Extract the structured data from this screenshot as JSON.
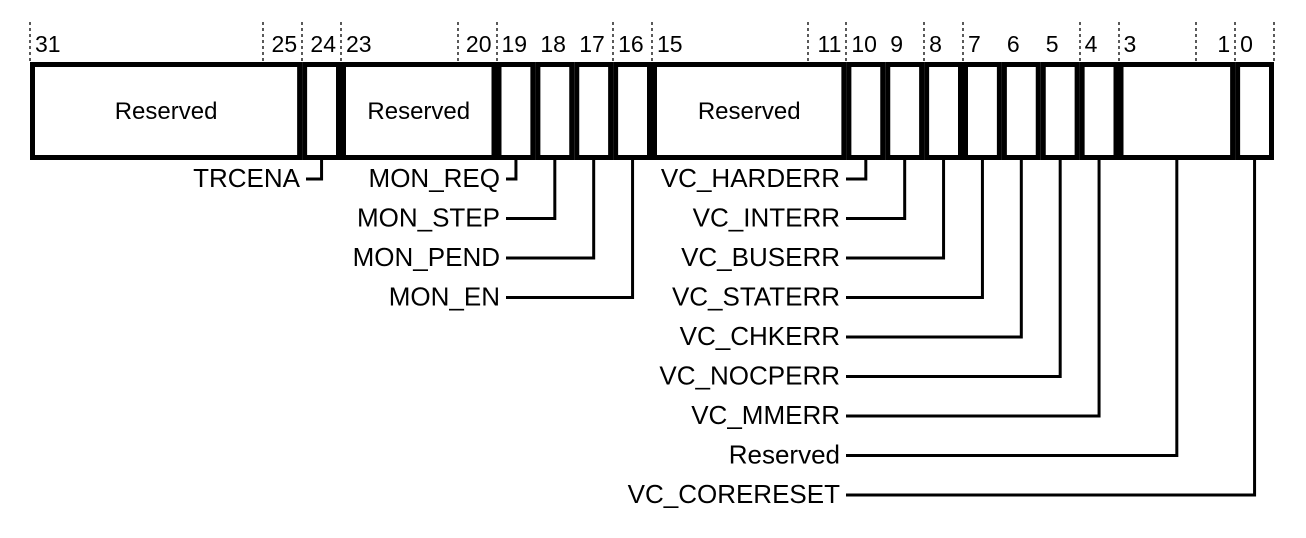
{
  "diagram": {
    "title": "DEMCR register bit-field diagram",
    "type": "register-bitfield",
    "bit_width": 32,
    "colors": {
      "background": "#ffffff",
      "line": "#000000",
      "text": "#000000"
    },
    "bit_numbers": [
      {
        "label": "31",
        "bit": 31,
        "align": "left"
      },
      {
        "label": "25",
        "bit": 25,
        "align": "right"
      },
      {
        "label": "24",
        "bit": 24,
        "align": "right"
      },
      {
        "label": "23",
        "bit": 23,
        "align": "left"
      },
      {
        "label": "20",
        "bit": 20,
        "align": "right"
      },
      {
        "label": "19",
        "bit": 19,
        "align": "left"
      },
      {
        "label": "18",
        "bit": 18,
        "align": "left"
      },
      {
        "label": "17",
        "bit": 17,
        "align": "left"
      },
      {
        "label": "16",
        "bit": 16,
        "align": "left"
      },
      {
        "label": "15",
        "bit": 15,
        "align": "left"
      },
      {
        "label": "11",
        "bit": 11,
        "align": "right"
      },
      {
        "label": "10",
        "bit": 10,
        "align": "left"
      },
      {
        "label": "9",
        "bit": 9,
        "align": "left"
      },
      {
        "label": "8",
        "bit": 8,
        "align": "left"
      },
      {
        "label": "7",
        "bit": 7,
        "align": "left"
      },
      {
        "label": "6",
        "bit": 6,
        "align": "left"
      },
      {
        "label": "5",
        "bit": 5,
        "align": "left"
      },
      {
        "label": "4",
        "bit": 4,
        "align": "left"
      },
      {
        "label": "3",
        "bit": 3,
        "align": "left"
      },
      {
        "label": "1",
        "bit": 1,
        "align": "right"
      },
      {
        "label": "0",
        "bit": 0,
        "align": "left"
      }
    ],
    "fields": [
      {
        "name": "Reserved",
        "hi": 31,
        "lo": 25,
        "label": "Reserved",
        "label_in_box": true
      },
      {
        "name": "TRCENA",
        "hi": 24,
        "lo": 24,
        "label": "",
        "label_in_box": false
      },
      {
        "name": "Reserved",
        "hi": 23,
        "lo": 20,
        "label": "Reserved",
        "label_in_box": true
      },
      {
        "name": "MON_REQ",
        "hi": 19,
        "lo": 19,
        "label": "",
        "label_in_box": false
      },
      {
        "name": "MON_STEP",
        "hi": 18,
        "lo": 18,
        "label": "",
        "label_in_box": false
      },
      {
        "name": "MON_PEND",
        "hi": 17,
        "lo": 17,
        "label": "",
        "label_in_box": false
      },
      {
        "name": "MON_EN",
        "hi": 16,
        "lo": 16,
        "label": "",
        "label_in_box": false
      },
      {
        "name": "Reserved",
        "hi": 15,
        "lo": 11,
        "label": "Reserved",
        "label_in_box": true
      },
      {
        "name": "VC_HARDERR",
        "hi": 10,
        "lo": 10,
        "label": "",
        "label_in_box": false
      },
      {
        "name": "VC_INTERR",
        "hi": 9,
        "lo": 9,
        "label": "",
        "label_in_box": false
      },
      {
        "name": "VC_BUSERR",
        "hi": 8,
        "lo": 8,
        "label": "",
        "label_in_box": false
      },
      {
        "name": "VC_STATERR",
        "hi": 7,
        "lo": 7,
        "label": "",
        "label_in_box": false
      },
      {
        "name": "VC_CHKERR",
        "hi": 6,
        "lo": 6,
        "label": "",
        "label_in_box": false
      },
      {
        "name": "VC_NOCPERR",
        "hi": 5,
        "lo": 5,
        "label": "",
        "label_in_box": false
      },
      {
        "name": "VC_MMERR",
        "hi": 4,
        "lo": 4,
        "label": "",
        "label_in_box": false
      },
      {
        "name": "Reserved",
        "hi": 3,
        "lo": 1,
        "label": "",
        "label_in_box": false
      },
      {
        "name": "VC_CORERESET",
        "hi": 0,
        "lo": 0,
        "label": "",
        "label_in_box": false
      }
    ],
    "in_box_labels": [
      {
        "text": "Reserved",
        "hi": 31,
        "lo": 25
      },
      {
        "text": "Reserved",
        "hi": 23,
        "lo": 20
      },
      {
        "text": "Reserved",
        "hi": 15,
        "lo": 11
      }
    ],
    "callouts_left": [
      {
        "text": "TRCENA",
        "bit": 24,
        "row": 0
      },
      {
        "text": "MON_REQ",
        "bit": 19,
        "row": 0
      },
      {
        "text": "MON_STEP",
        "bit": 18,
        "row": 1
      },
      {
        "text": "MON_PEND",
        "bit": 17,
        "row": 2
      },
      {
        "text": "MON_EN",
        "bit": 16,
        "row": 3
      }
    ],
    "callouts_right": [
      {
        "text": "VC_HARDERR",
        "bit": 10,
        "row": 0
      },
      {
        "text": "VC_INTERR",
        "bit": 9,
        "row": 1
      },
      {
        "text": "VC_BUSERR",
        "bit": 8,
        "row": 2
      },
      {
        "text": "VC_STATERR",
        "bit": 7,
        "row": 3
      },
      {
        "text": "VC_CHKERR",
        "bit": 6,
        "row": 4
      },
      {
        "text": "VC_NOCPERR",
        "bit": 5,
        "row": 5
      },
      {
        "text": "VC_MMERR",
        "bit": 4,
        "row": 6
      },
      {
        "text": "Reserved",
        "bit": 2,
        "row": 7
      },
      {
        "text": "VC_CORERESET",
        "bit": 0,
        "row": 8
      }
    ]
  }
}
